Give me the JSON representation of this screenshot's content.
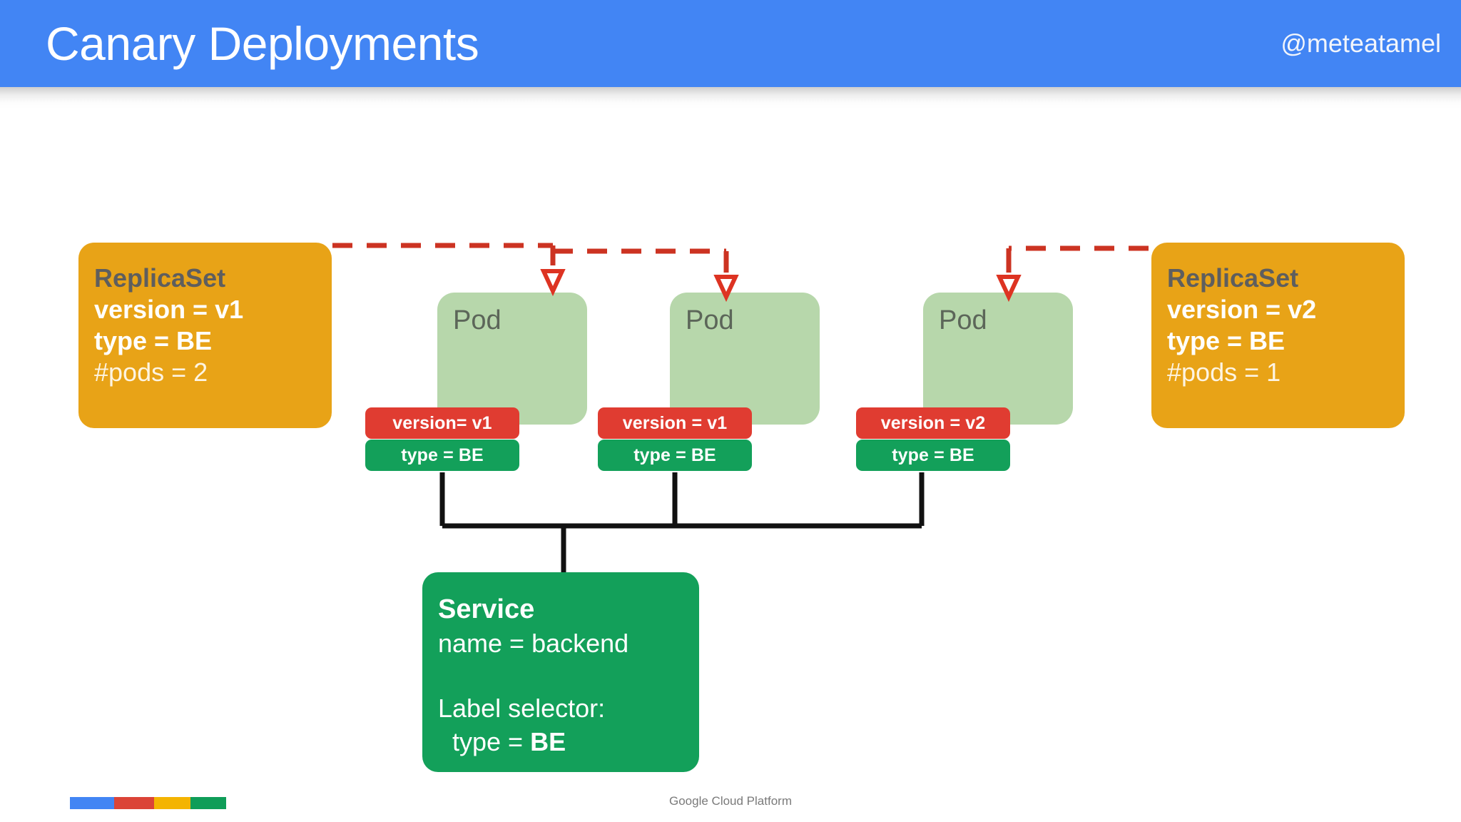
{
  "header": {
    "title": "Canary Deployments",
    "handle": "@meteatamel",
    "background_color": "#4285f4"
  },
  "diagram": {
    "replicasets": [
      {
        "id": "replicaset-v1",
        "title": "ReplicaSet",
        "version": "version = v1",
        "type": "type = BE",
        "pods": "#pods = 2",
        "color": "#e8a317"
      },
      {
        "id": "replicaset-v2",
        "title": "ReplicaSet",
        "version": "version = v2",
        "type": "type = BE",
        "pods": "#pods = 1",
        "color": "#e8a317"
      }
    ],
    "pods": [
      {
        "id": "pod-1",
        "label": "Pod",
        "version_tag": "version= v1",
        "type_tag": "type = BE",
        "owner": "replicaset-v1"
      },
      {
        "id": "pod-2",
        "label": "Pod",
        "version_tag": "version = v1",
        "type_tag": "type = BE",
        "owner": "replicaset-v1"
      },
      {
        "id": "pod-3",
        "label": "Pod",
        "version_tag": "version = v2",
        "type_tag": "type = BE",
        "owner": "replicaset-v2"
      }
    ],
    "service": {
      "title": "Service",
      "name": "name = backend",
      "selector_label": "Label selector:",
      "selector_value_prefix": "type = ",
      "selector_value": "BE",
      "color": "#13a05a"
    },
    "colors": {
      "pod": "#b7d7ab",
      "version_tag": "#e03c31",
      "type_tag": "#13a05a",
      "ownership_arrow": "#cc3322",
      "service_wire": "#111111"
    }
  },
  "footer": {
    "text": "Google Cloud Platform",
    "bar_colors": [
      "#4285f4",
      "#db4437",
      "#f4b400",
      "#0f9d58"
    ]
  }
}
